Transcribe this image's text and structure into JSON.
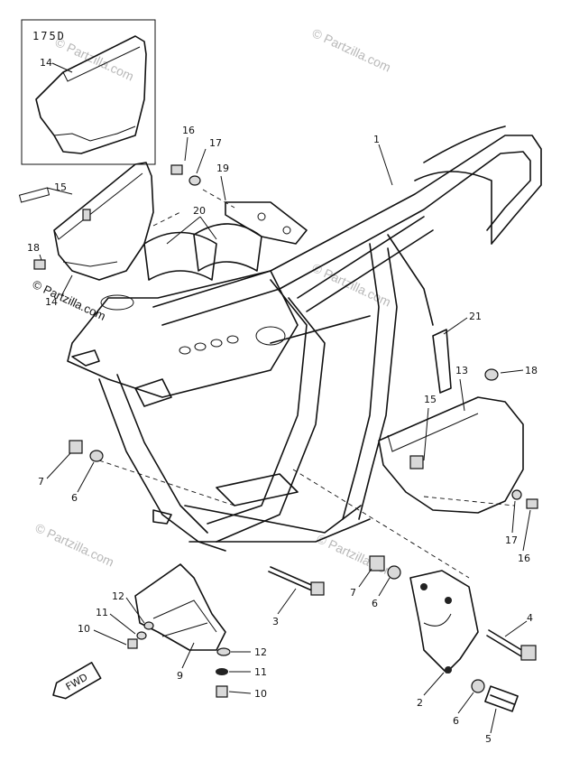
{
  "inset_label": "175D",
  "fwd_label": "FWD",
  "watermark": "© Partzilla.com",
  "callouts": {
    "c_frame": "1",
    "c_14_inset": "14",
    "c_16_top": "16",
    "c_17_top": "17",
    "c_19": "19",
    "c_15_left": "15",
    "c_20": "20",
    "c_18_left": "18",
    "c_14_left": "14",
    "c_21": "21",
    "c_13": "13",
    "c_18_right": "18",
    "c_15_right": "15",
    "c_7_left": "7",
    "c_6_left": "6",
    "c_17_right": "17",
    "c_16_right": "16",
    "c_12_left": "12",
    "c_11_left": "11",
    "c_10_left": "10",
    "c_3": "3",
    "c_7_right": "7",
    "c_6_right": "6",
    "c_4": "4",
    "c_12_bottom": "12",
    "c_11_bottom": "11",
    "c_10_bottom": "10",
    "c_9": "9",
    "c_2": "2",
    "c_6_bottom": "6",
    "c_5": "5"
  }
}
